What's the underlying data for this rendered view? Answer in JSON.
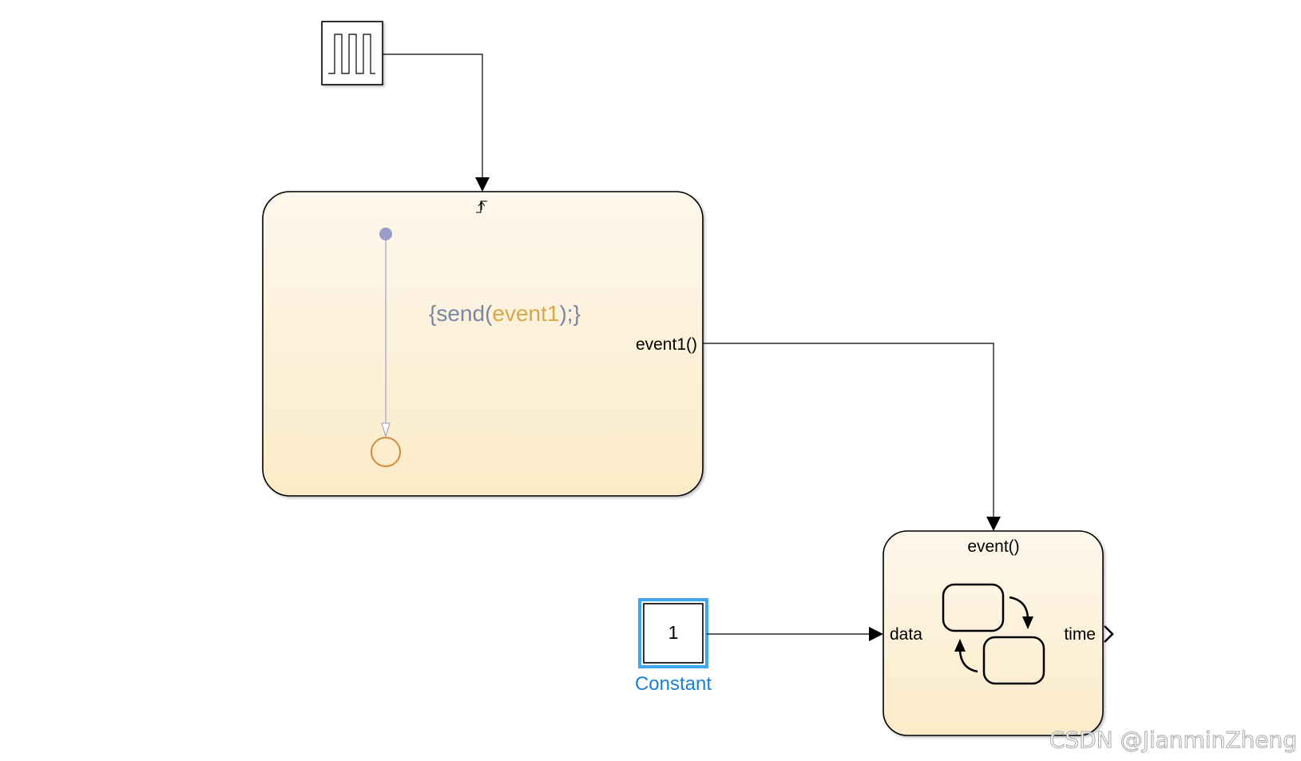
{
  "diagram": {
    "pulse_generator": {
      "icon": "pulse-wave-icon"
    },
    "chart1": {
      "trigger_icon": "rising-edge-trigger-icon",
      "action": {
        "open": "{send(",
        "event": "event1",
        "close": ");}"
      },
      "output_event_label": "event1()"
    },
    "chart2": {
      "input_event_label": "event()",
      "input_data_label": "data",
      "output_label": "time",
      "icon": "stateflow-chart-icon"
    },
    "constant": {
      "value": "1",
      "name": "Constant"
    },
    "watermark": "CSDN @JianminZheng"
  },
  "colors": {
    "block_fill_top": "#fdf7ec",
    "block_fill_bottom": "#fcebc8",
    "action_text": "#7b86a2",
    "event_text": "#d9a84a",
    "default_dot": "#9a9cc6",
    "junction": "#d48a3c",
    "selection": "#3fa6f0",
    "constant_label": "#1a7fd6",
    "watermark": "#9a9a9a"
  }
}
